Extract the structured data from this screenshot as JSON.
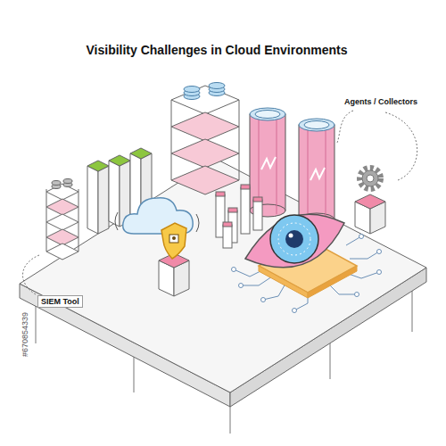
{
  "diagram": {
    "title": "Visibility Challenges in Cloud Environments",
    "labels": [
      "Agents / Collectors",
      "SIEM Tool",
      "#670854339"
    ]
  }
}
